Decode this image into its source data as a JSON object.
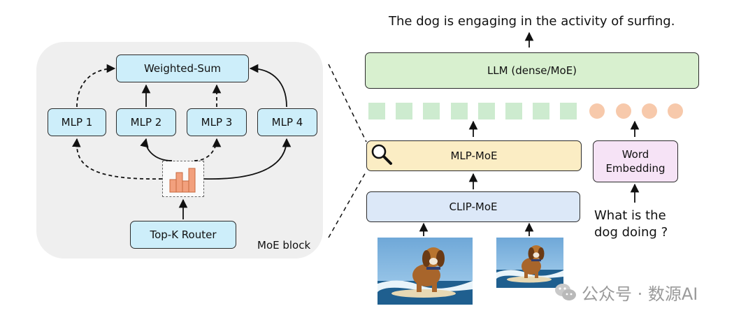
{
  "moe_block": {
    "label": "MoE block",
    "weighted_sum": "Weighted-Sum",
    "experts": [
      "MLP 1",
      "MLP 2",
      "MLP 3",
      "MLP 4"
    ],
    "router": "Top-K Router"
  },
  "pipeline": {
    "output_text": "The dog is engaging in the activity of surfing.",
    "llm": "LLM (dense/MoE)",
    "mlp_moe": "MLP-MoE",
    "clip_moe": "CLIP-MoE",
    "word_embedding": "Word Embedding",
    "question_line1": "What is the",
    "question_line2": "dog doing ?"
  },
  "watermark": "公众号 · 数源AI",
  "icons": [
    "bar-chart-icon",
    "magnifier-icon",
    "wechat-icon"
  ],
  "colors": {
    "expert_fill": "#cdeefa",
    "llm_fill": "#d8f0cf",
    "mlp_moe_fill": "#fbedc4",
    "clip_fill": "#dce8f8",
    "embedding_fill": "#f6e3f6",
    "visual_token": "#cdebcf",
    "text_token": "#f7c9ab"
  }
}
